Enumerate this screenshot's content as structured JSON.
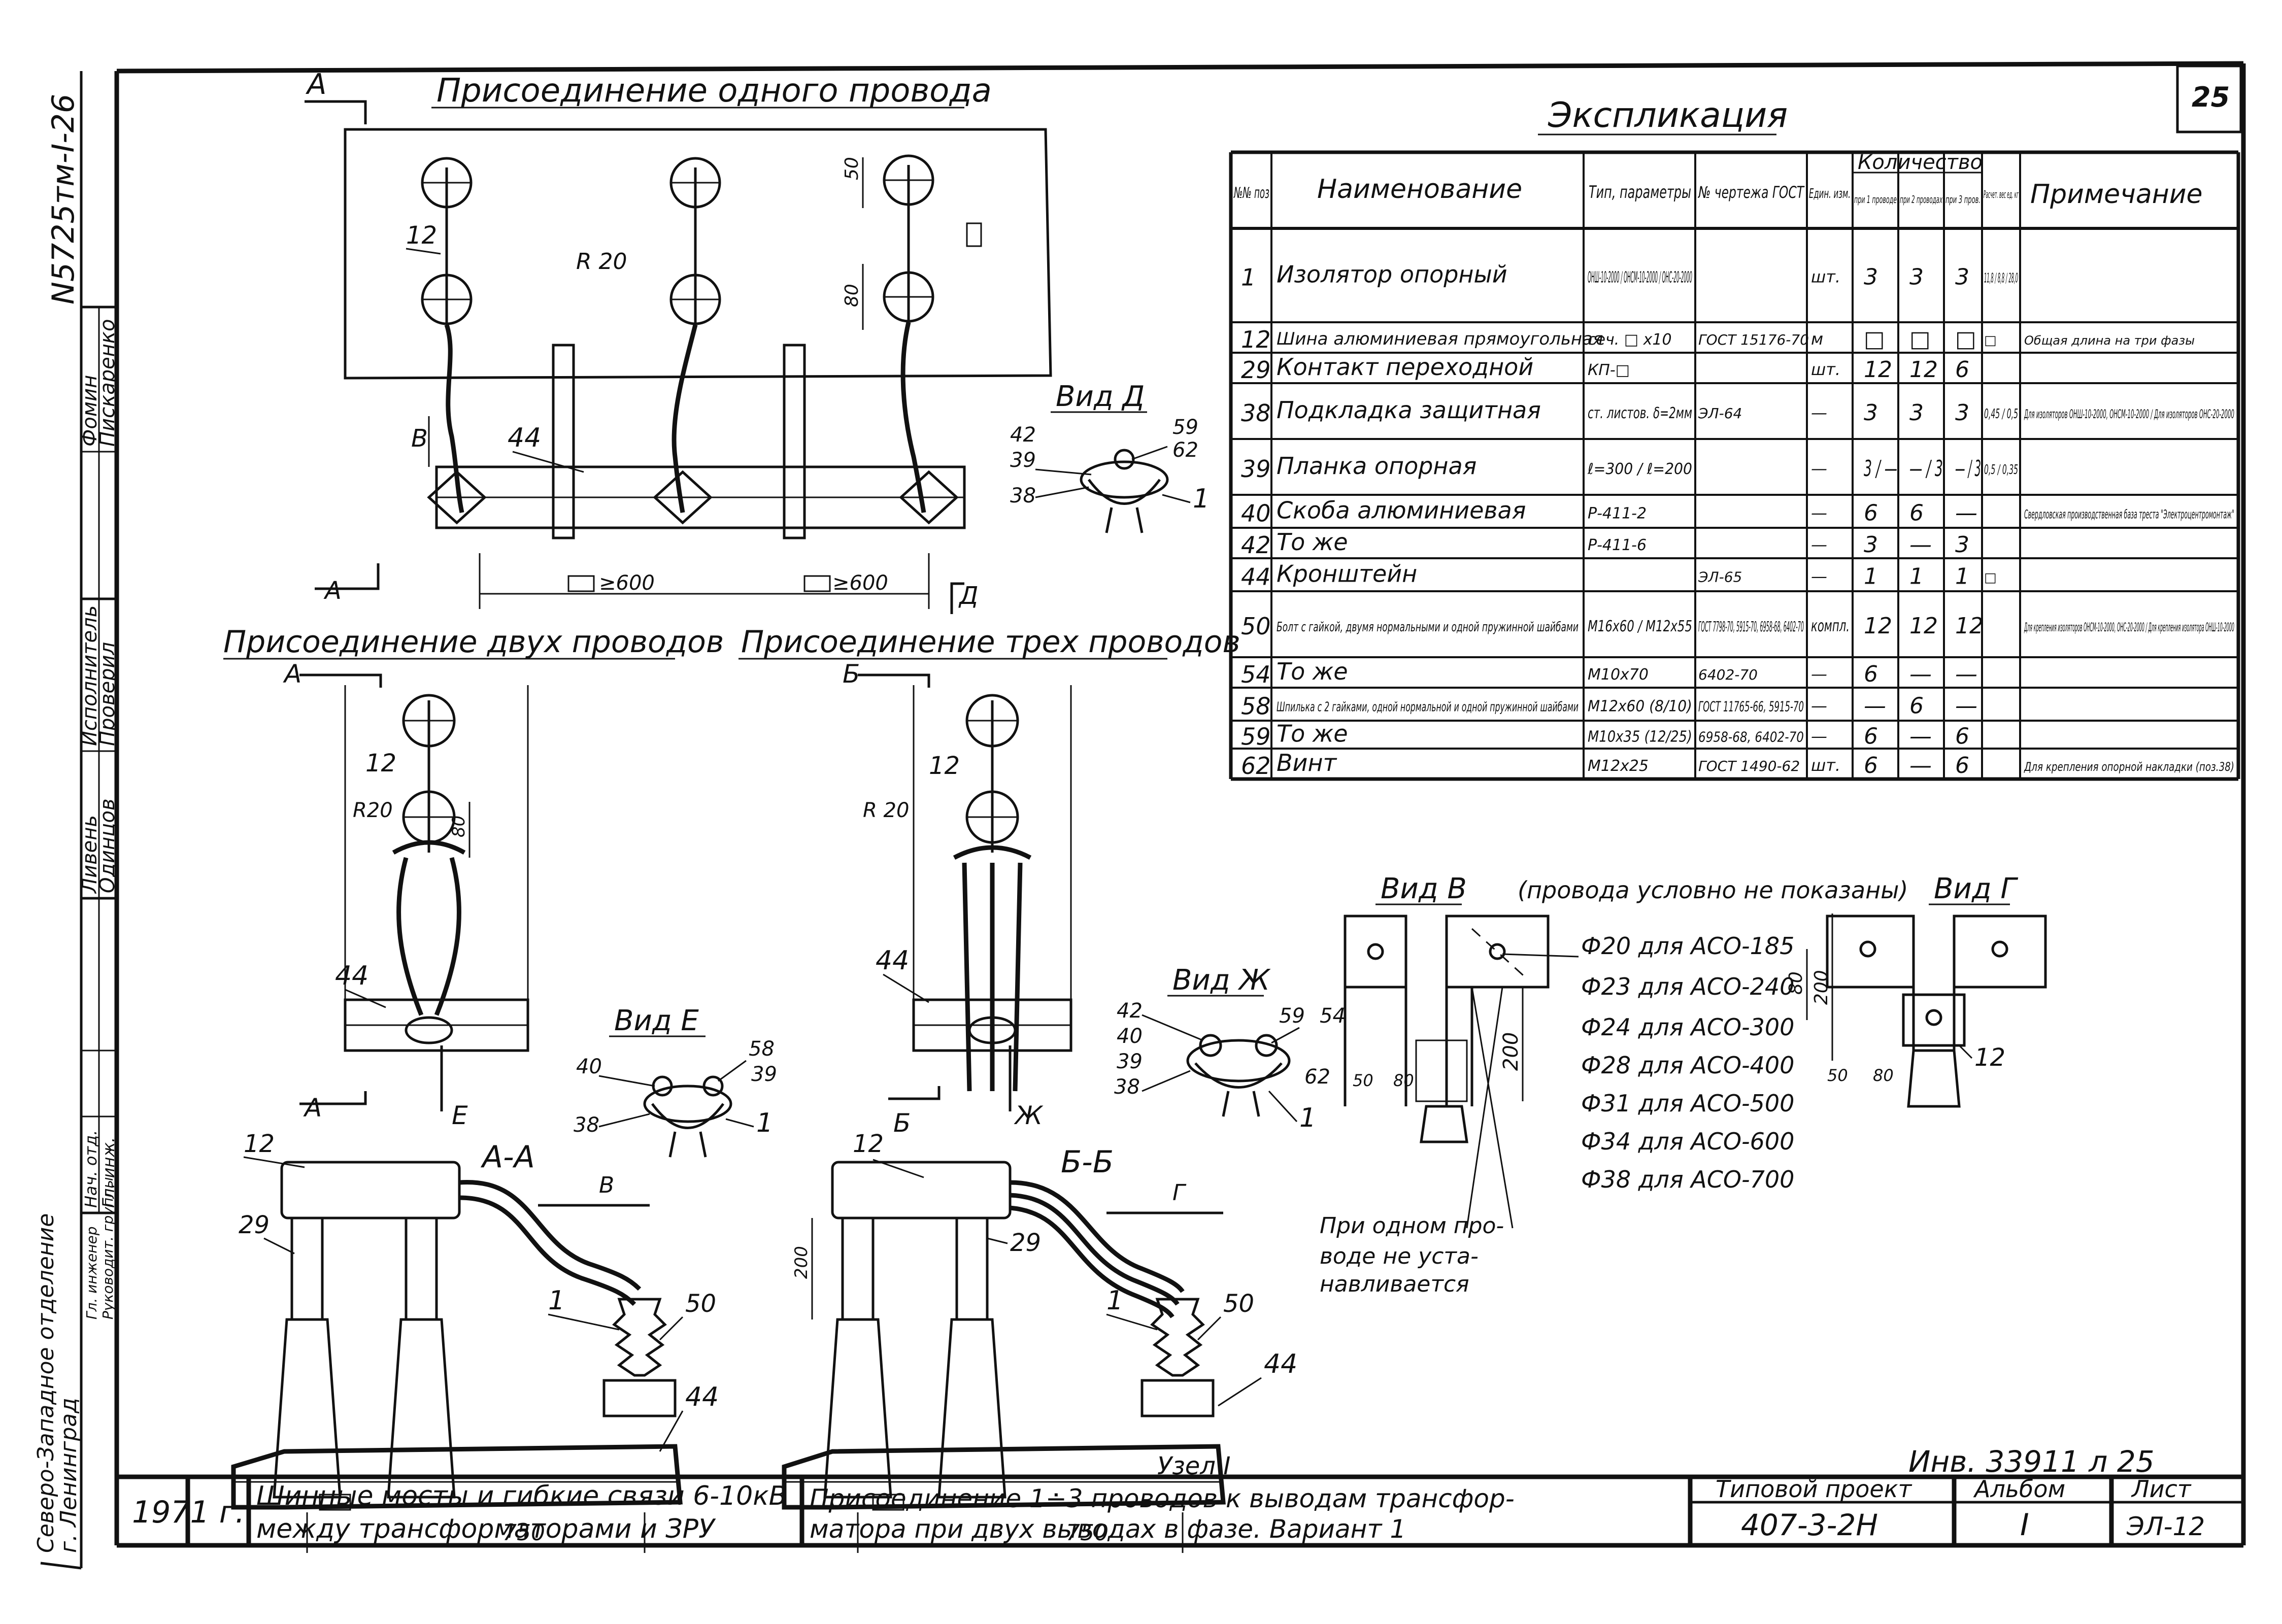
{
  "sheet": {
    "doc_number": "N5725тм-I-26",
    "sheet_no_box": "25",
    "inventory": "Инв. 33911 л 25"
  },
  "left_strip": {
    "org": [
      "Северо-Западное отделение",
      "г. Ленинград"
    ],
    "roles": [
      {
        "role": "Исполнитель",
        "name": "Фомин"
      },
      {
        "role": "Проверил",
        "name": "Пискаренко"
      },
      {
        "role": "Нач. отд.",
        "name": ""
      },
      {
        "role": "Гл. инж.",
        "name": ""
      },
      {
        "role": "Руков. группы",
        "name": "Ливень"
      },
      {
        "role": "",
        "name": "Одинцов"
      },
      {
        "role": "Гл. инженер",
        "name": ""
      },
      {
        "role": "Руководит. группы",
        "name": ""
      }
    ]
  },
  "views": {
    "one_wire": {
      "title": "Присоединение одного провода",
      "cut_a": "А",
      "dim_50": "50",
      "dim_80": "80",
      "r20": "R 20",
      "pos12": "12",
      "pos44": "44",
      "mark_b": "В",
      "mark_a": "А",
      "mark_d": "Д",
      "dim_600a": "≥600",
      "dim_600b": "≥600"
    },
    "two_wires": {
      "title": "Присоединение двух проводов",
      "pos12": "12",
      "r20": "R20",
      "dim_80": "80",
      "pos44": "44",
      "mark_a1": "А",
      "mark_a2": "А",
      "mark_e": "Е"
    },
    "three_wires": {
      "title": "Присоединение трех проводов",
      "pos12": "12",
      "r20": "R 20",
      "pos44": "44",
      "mark_b1": "Б",
      "mark_b2": "Б",
      "mark_zh": "Ж"
    },
    "vid_d": {
      "title": "Вид Д",
      "labels": [
        "42",
        "39",
        "38",
        "59",
        "62",
        "1"
      ]
    },
    "vid_e": {
      "title": "Вид Е",
      "labels": [
        "40",
        "38",
        "58",
        "39",
        "1"
      ]
    },
    "vid_zh": {
      "title": "Вид Ж",
      "labels": [
        "42",
        "40",
        "39",
        "38",
        "59",
        "54",
        "62",
        "1"
      ]
    },
    "section_aa": {
      "title": "А-А",
      "arrow": "В",
      "labels": [
        "12",
        "29",
        "1",
        "50",
        "44"
      ],
      "dim_750": "750"
    },
    "section_bb": {
      "title": "Б-Б",
      "arrow": "Г",
      "labels": [
        "12",
        "29",
        "1",
        "50",
        "44"
      ],
      "dim_200": "200",
      "dim_750": "750"
    },
    "vid_v": {
      "title": "Вид В",
      "note": "(провода условно не показаны)",
      "dim_200": "200",
      "dim_50": "50",
      "dim_80": "80"
    },
    "vid_g": {
      "title": "Вид Г",
      "dim_80": "80",
      "dim_200": "200",
      "dim_50": "50",
      "dim_80b": "80",
      "pos12": "12"
    },
    "bolt_list": [
      "Ф20 для АСО-185",
      "Ф23 для АСО-240",
      "Ф24 для АСО-300",
      "Ф28 для АСО-400",
      "Ф31 для АСО-500",
      "Ф34 для АСО-600",
      "Ф38 для АСО-700"
    ],
    "one_wire_note": [
      "При одном про-",
      "воде не уста-",
      "навливается"
    ]
  },
  "explication": {
    "title": "Экспликация",
    "headers": {
      "pos": "№№ поз",
      "name": "Наименование",
      "type": "Тип, параметры",
      "drawing": "№ чертежа ГОСТ",
      "unit": "Един. изм.",
      "qty": "Количество",
      "q1": "при 1 проводе",
      "q2": "при 2 проводах",
      "q3": "при 3 пров.",
      "weight": "Расчет. вес ед. кг",
      "note": "Примечание"
    },
    "rows": [
      {
        "pos": "1",
        "name": "Изолятор опорный",
        "type": "ОНШ-10-2000 / ОНСМ-10-2000 / ОНС-20-2000",
        "drawing": "",
        "unit": "шт.",
        "q1": "3",
        "q2": "3",
        "q3": "3",
        "weight": "11,8 / 8,8 / 28,0",
        "note": ""
      },
      {
        "pos": "12",
        "name": "Шина алюминиевая прямоугольная",
        "type": "сеч. □ x10",
        "drawing": "ГОСТ 15176-70",
        "unit": "м",
        "q1": "□",
        "q2": "□",
        "q3": "□",
        "weight": "□",
        "note": "Общая длина на три фазы"
      },
      {
        "pos": "29",
        "name": "Контакт переходной",
        "type": "КП-□",
        "drawing": "",
        "unit": "шт.",
        "q1": "12",
        "q2": "12",
        "q3": "6",
        "weight": "",
        "note": ""
      },
      {
        "pos": "38",
        "name": "Подкладка защитная",
        "type": "ст. листов. δ=2мм",
        "drawing": "ЭЛ-64",
        "unit": "—",
        "q1": "3",
        "q2": "3",
        "q3": "3",
        "weight": "0,45 / 0,5",
        "note": "Для изоляторов ОНШ-10-2000, ОНСМ-10-2000 / Для изоляторов ОНС-20-2000"
      },
      {
        "pos": "39",
        "name": "Планка опорная",
        "type": "ℓ=300 / ℓ=200",
        "drawing": "",
        "unit": "—",
        "q1": "3 / —",
        "q2": "— / 3",
        "q3": "— / 3",
        "weight": "0,5 / 0,35",
        "note": ""
      },
      {
        "pos": "40",
        "name": "Скоба алюминиевая",
        "type": "Р-411-2",
        "drawing": "",
        "unit": "—",
        "q1": "6",
        "q2": "6",
        "q3": "—",
        "weight": "",
        "note": "Свердловская производственная база треста \"Электроцентромонтаж\""
      },
      {
        "pos": "42",
        "name": "То же",
        "type": "Р-411-6",
        "drawing": "",
        "unit": "—",
        "q1": "3",
        "q2": "—",
        "q3": "3",
        "weight": "",
        "note": ""
      },
      {
        "pos": "44",
        "name": "Кронштейн",
        "type": "",
        "drawing": "ЭЛ-65",
        "unit": "—",
        "q1": "1",
        "q2": "1",
        "q3": "1",
        "weight": "□",
        "note": ""
      },
      {
        "pos": "50",
        "name": "Болт с гайкой, двумя нормальными и одной пружинной шайбами",
        "type": "М16x60 / М12x55",
        "drawing": "ГОСТ 7798-70, 5915-70, 6958-68, 6402-70",
        "unit": "компл.",
        "q1": "12",
        "q2": "12",
        "q3": "12",
        "weight": "",
        "note": "Для крепления изоляторов ОНСМ-10-2000, ОНС-20-2000 / Для крепления изолятора ОНШ-10-2000"
      },
      {
        "pos": "54",
        "name": "То же",
        "type": "М10x70",
        "drawing": "6402-70",
        "unit": "—",
        "q1": "6",
        "q2": "—",
        "q3": "—",
        "weight": "",
        "note": ""
      },
      {
        "pos": "58",
        "name": "Шпилька с 2 гайками, одной нормальной и одной пружинной шайбами",
        "type": "М12x60 (8/10)",
        "drawing": "ГОСТ 11765-66, 5915-70",
        "unit": "—",
        "q1": "—",
        "q2": "6",
        "q3": "—",
        "weight": "",
        "note": ""
      },
      {
        "pos": "59",
        "name": "То же",
        "type": "М10x35 (12/25)",
        "drawing": "6958-68, 6402-70",
        "unit": "—",
        "q1": "6",
        "q2": "—",
        "q3": "6",
        "weight": "",
        "note": ""
      },
      {
        "pos": "62",
        "name": "Винт",
        "type": "М12x25",
        "drawing": "ГОСТ 1490-62",
        "unit": "шт.",
        "q1": "6",
        "q2": "—",
        "q3": "6",
        "weight": "",
        "note": "Для крепления опорной накладки (поз.38)"
      }
    ]
  },
  "title_block": {
    "year": "1971 г.",
    "project_line1": "Шинные мосты и гибкие связи 6-10кВ",
    "project_line2": "между трансформаторами и ЗРУ",
    "node": "Узел I",
    "desc_line1": "Присоединение 1÷3 проводов к выводам трансфор-",
    "desc_line2": "матора при двух выводах в фазе. Вариант 1",
    "typ_label": "Типовой проект",
    "typ_value": "407-3-2Н",
    "album_label": "Альбом",
    "album_value": "I",
    "sheet_label": "Лист",
    "sheet_value": "ЭЛ-12"
  }
}
